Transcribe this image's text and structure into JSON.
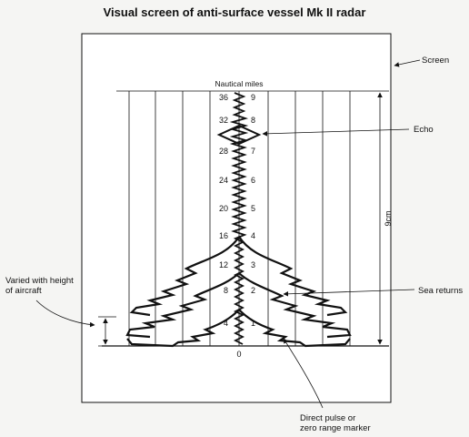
{
  "title": "Visual screen of anti-surface vessel Mk II radar",
  "scale_title": "Nautical miles",
  "left_scale": [
    "36",
    "32",
    "28",
    "24",
    "20",
    "16",
    "12",
    "8",
    "4"
  ],
  "right_scale": [
    "9",
    "8",
    "7",
    "6",
    "5",
    "4",
    "3",
    "2",
    "1"
  ],
  "zero_label": "0",
  "dimension_label": "9cm",
  "callouts": {
    "screen": "Screen",
    "echo": "Echo",
    "sea_returns": "Sea returns",
    "direct_pulse": [
      "Direct pulse or",
      "zero range marker"
    ],
    "varied": [
      "Varied with height",
      "of aircraft"
    ]
  }
}
